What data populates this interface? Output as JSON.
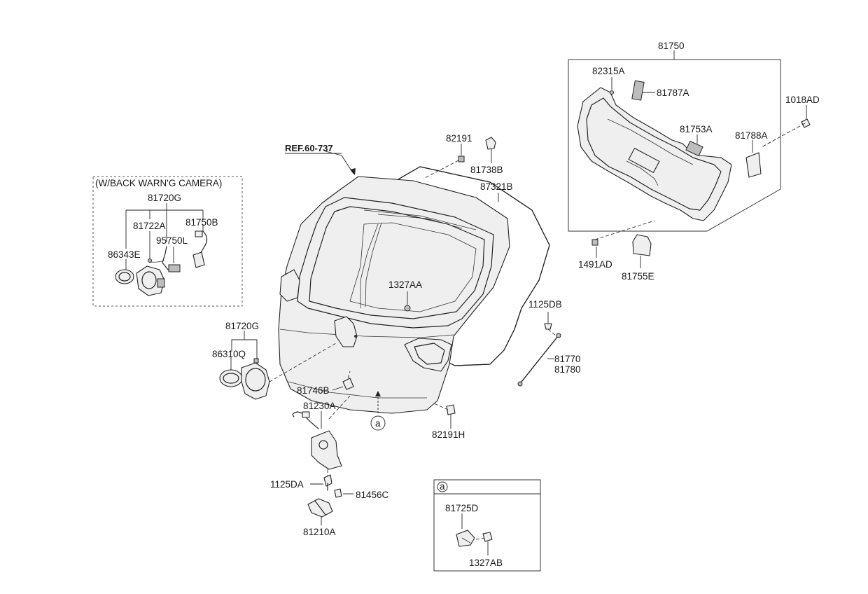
{
  "diagram": {
    "ref_label": "REF.60-737",
    "camera_box_title": "(W/BACK WARN'G CAMERA)",
    "detail_tag": "a",
    "callout_tag": "a",
    "labels": {
      "p81750": "81750",
      "p82315A": "82315A",
      "p81787A": "81787A",
      "p1018AD": "1018AD",
      "p81753A": "81753A",
      "p81788A": "81788A",
      "p1491AD": "1491AD",
      "p81755E": "81755E",
      "p82191": "82191",
      "p81738B": "81738B",
      "p87321B": "87321B",
      "p81720G_top": "81720G",
      "p81722A": "81722A",
      "p81750B": "81750B",
      "p95750L": "95750L",
      "p86343E": "86343E",
      "p1327AA": "1327AA",
      "p1125DB": "1125DB",
      "p81770": "81770",
      "p81780": "81780",
      "p81720G_mid": "81720G",
      "p86310Q": "86310Q",
      "p81746B": "81746B",
      "p81230A": "81230A",
      "p82191H": "82191H",
      "p1125DA": "1125DA",
      "p81456C": "81456C",
      "p81210A": "81210A",
      "p81725D": "81725D",
      "p1327AB": "1327AB"
    }
  }
}
